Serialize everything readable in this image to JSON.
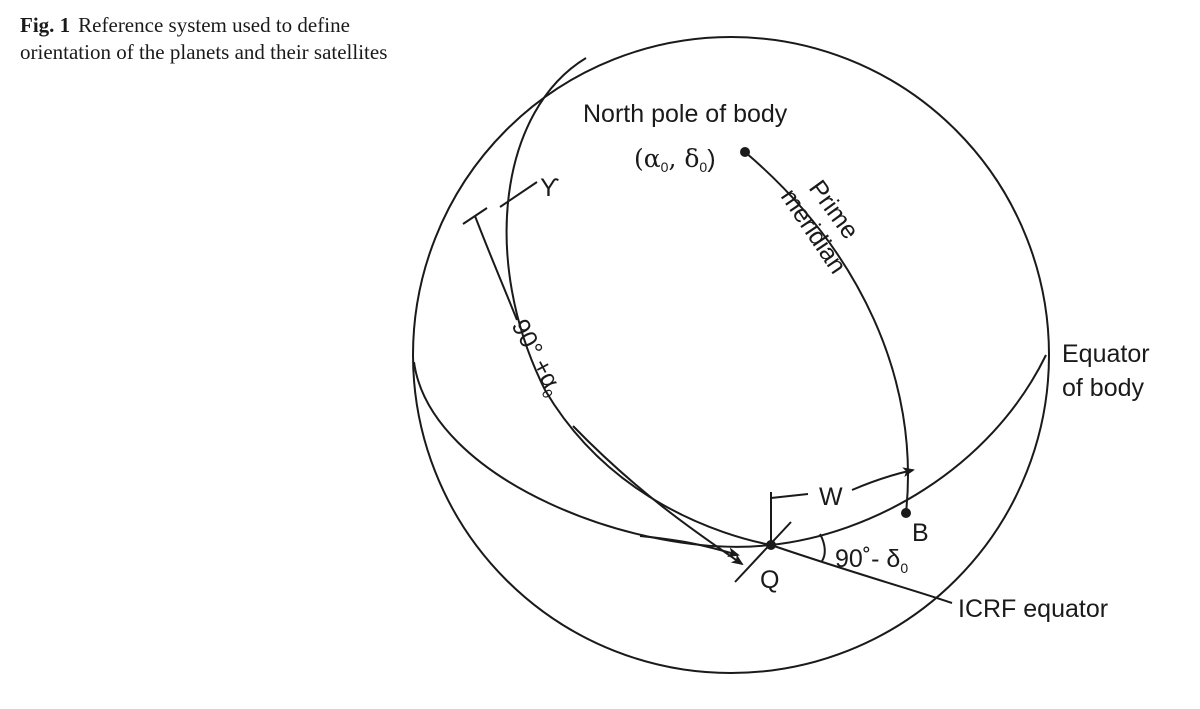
{
  "caption": {
    "label": "Fig. 1",
    "text": "Reference system used to define orientation of the planets and their satellites"
  },
  "labels": {
    "north_pole": "North pole of body",
    "pole_coords_open": "(α",
    "pole_coords_sub1": "0",
    "pole_coords_mid": ", δ",
    "pole_coords_sub2": "0",
    "pole_coords_close": ")",
    "prime": "Prime",
    "meridian": "meridian",
    "vernal_equinox": "ϒ",
    "arc_ra_main": "90° +α",
    "arc_ra_sub": "0",
    "equator_body_line1": "Equator",
    "equator_body_line2": "of body",
    "w": "W",
    "b": "B",
    "q": "Q",
    "incl_main": "90˚- δ",
    "incl_sub": "0",
    "icrf": "ICRF equator"
  }
}
